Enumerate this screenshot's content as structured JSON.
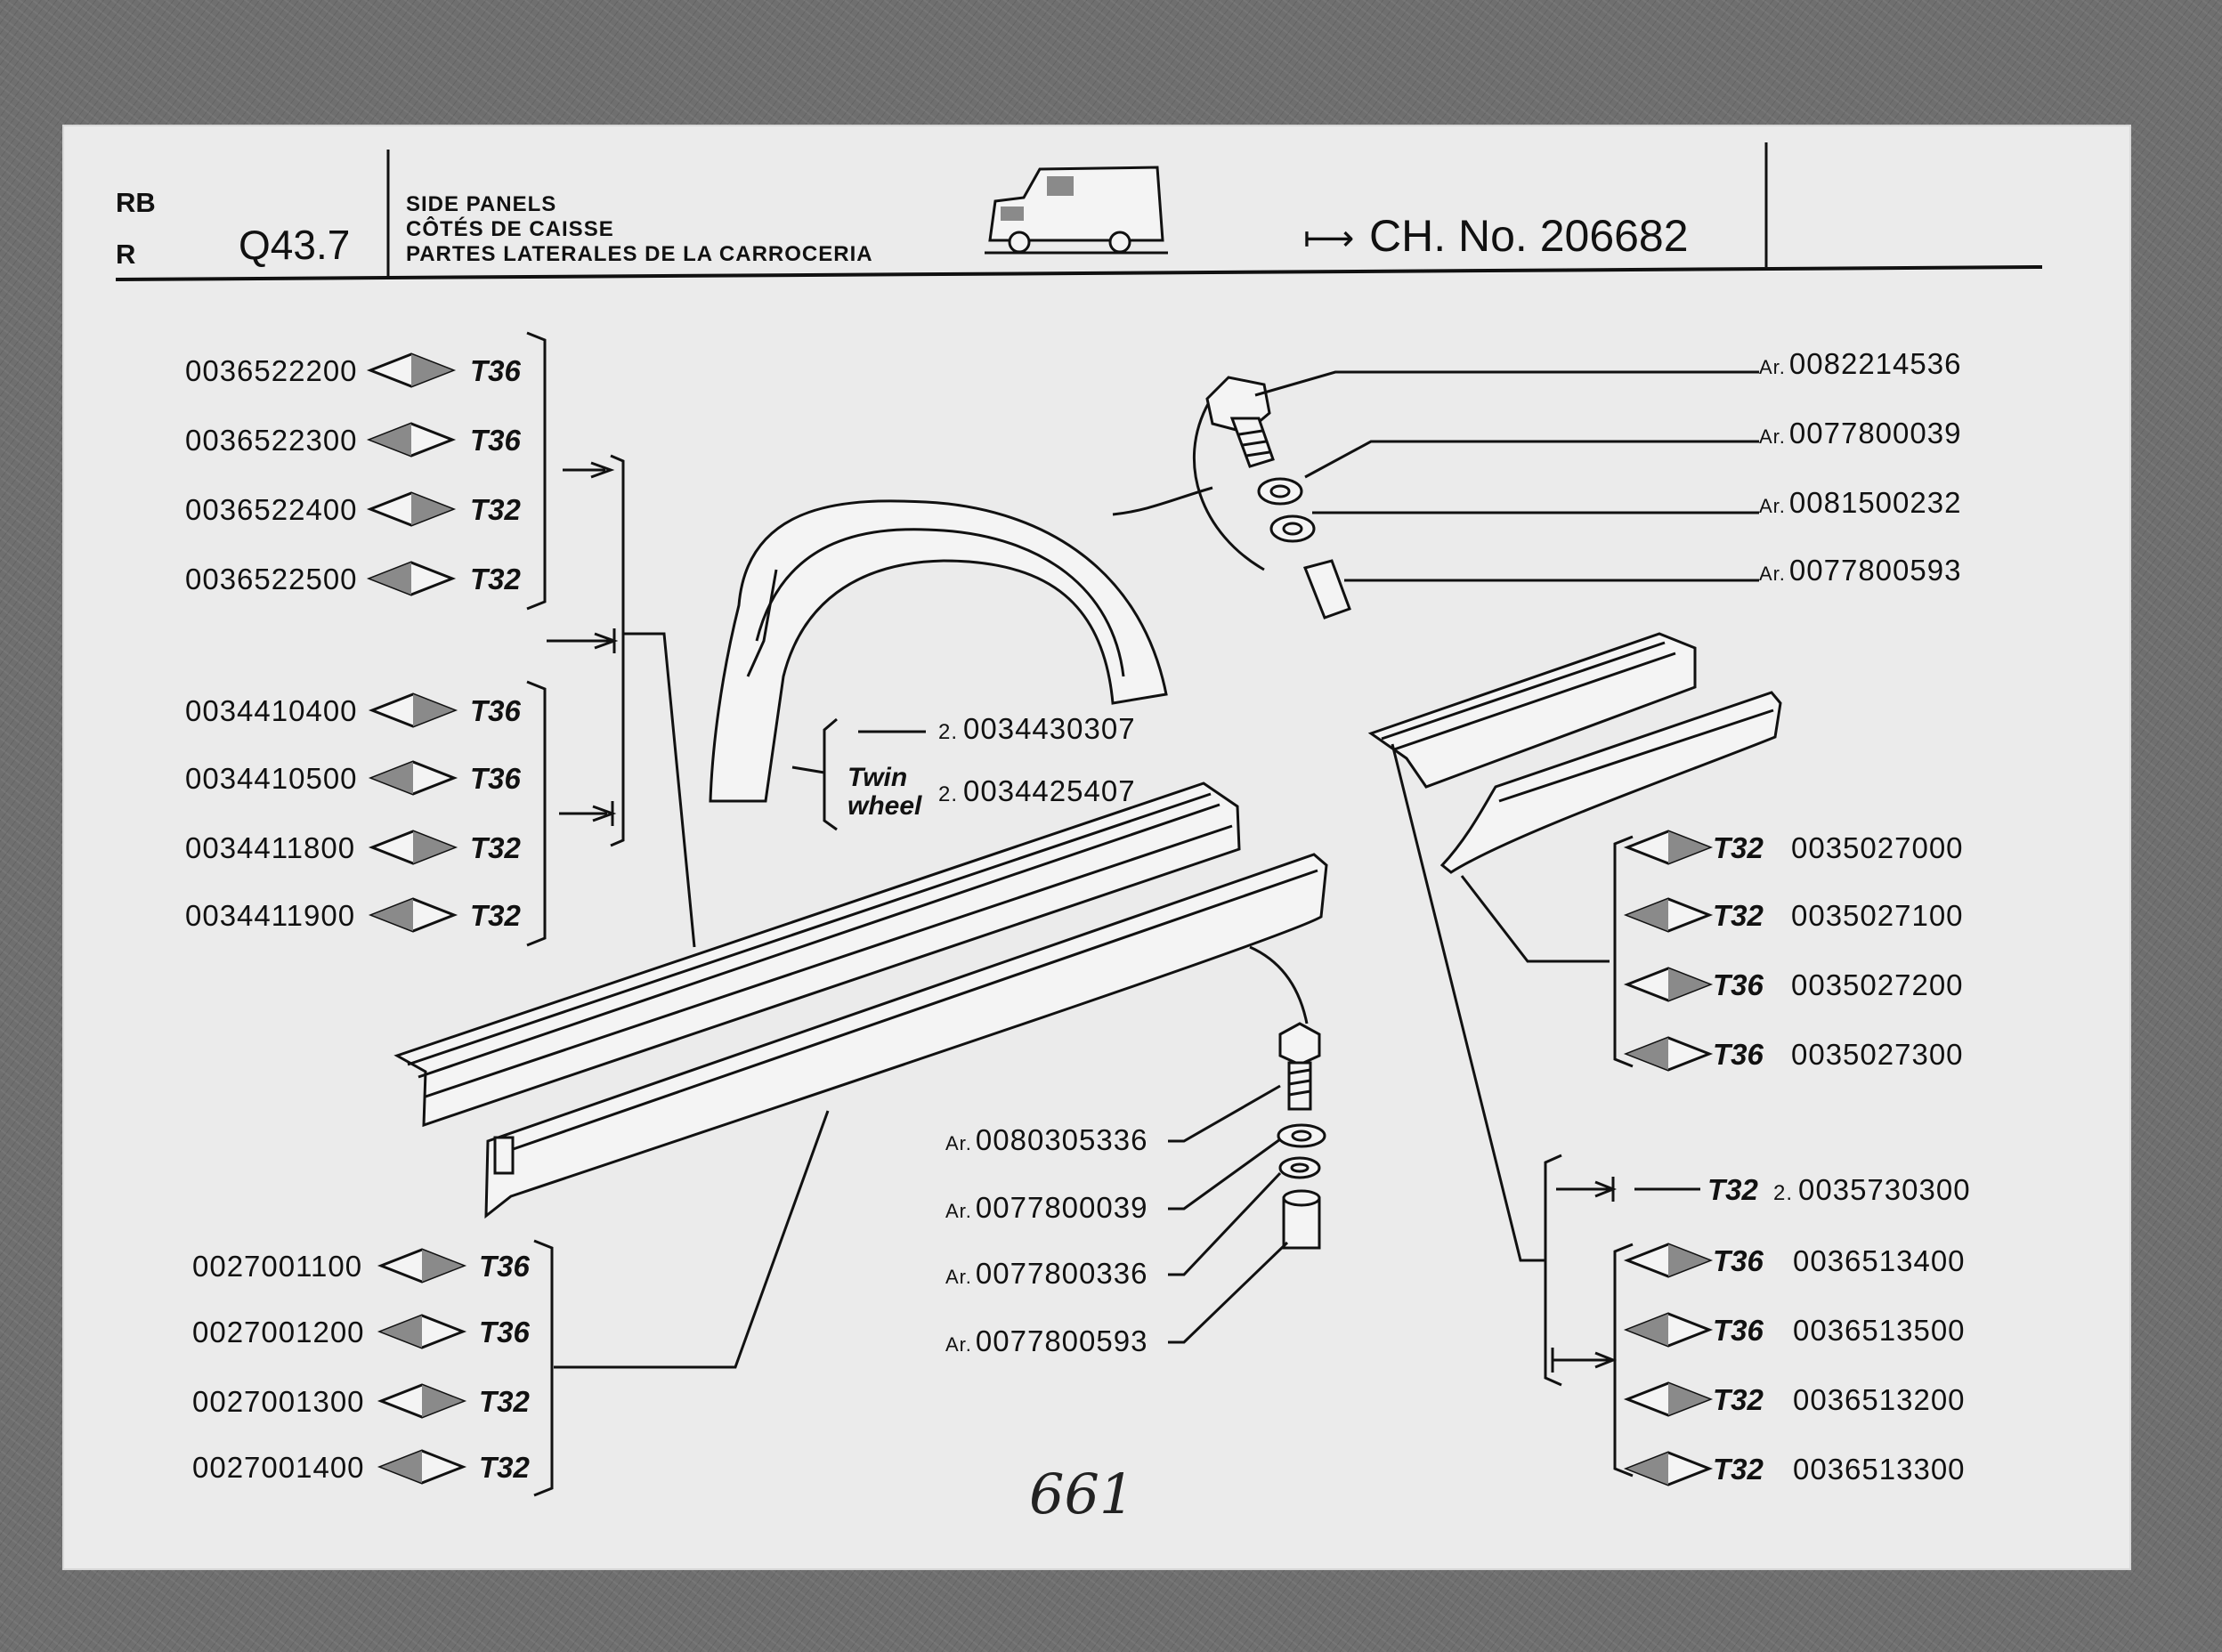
{
  "header": {
    "code_rb": "RB",
    "code_r": "R",
    "section": "Q43.7",
    "title_en": "SIDE PANELS",
    "title_fr": "CÔTÉS DE CAISSE",
    "title_es": "PARTES LATERALES DE LA CARROCERIA",
    "chassis_arrow": "⟼",
    "chassis_label": "CH. No. 206682"
  },
  "left_upper": [
    {
      "part": "0036522200",
      "type": "T36"
    },
    {
      "part": "0036522300",
      "type": "T36"
    },
    {
      "part": "0036522400",
      "type": "T32"
    },
    {
      "part": "0036522500",
      "type": "T32"
    }
  ],
  "left_middle": [
    {
      "part": "0034410400",
      "type": "T36"
    },
    {
      "part": "0034410500",
      "type": "T36"
    },
    {
      "part": "0034411800",
      "type": "T32"
    },
    {
      "part": "0034411900",
      "type": "T32"
    }
  ],
  "left_lower": [
    {
      "part": "0027001100",
      "type": "T36"
    },
    {
      "part": "0027001200",
      "type": "T36"
    },
    {
      "part": "0027001300",
      "type": "T32"
    },
    {
      "part": "0027001400",
      "type": "T32"
    }
  ],
  "wheel_arch": {
    "qty1": "2.",
    "part1": "0034430307",
    "twin_wheel": "Twin wheel",
    "qty2": "2.",
    "part2": "0034425407"
  },
  "top_hardware": [
    {
      "prefix": "Ar.",
      "part": "0082214536"
    },
    {
      "prefix": "Ar.",
      "part": "0077800039"
    },
    {
      "prefix": "Ar.",
      "part": "0081500232"
    },
    {
      "prefix": "Ar.",
      "part": "0077800593"
    }
  ],
  "bottom_hardware": [
    {
      "prefix": "Ar.",
      "part": "0080305336"
    },
    {
      "prefix": "Ar.",
      "part": "0077800039"
    },
    {
      "prefix": "Ar.",
      "part": "0077800336"
    },
    {
      "prefix": "Ar.",
      "part": "0077800593"
    }
  ],
  "right_upper": [
    {
      "type": "T32",
      "part": "0035027000"
    },
    {
      "type": "T32",
      "part": "0035027100"
    },
    {
      "type": "T36",
      "part": "0035027200"
    },
    {
      "type": "T36",
      "part": "0035027300"
    }
  ],
  "right_single": {
    "type": "T32",
    "qty": "2.",
    "part": "0035730300"
  },
  "right_lower": [
    {
      "type": "T36",
      "part": "0036513400"
    },
    {
      "type": "T36",
      "part": "0036513500"
    },
    {
      "type": "T32",
      "part": "0036513200"
    },
    {
      "type": "T32",
      "part": "0036513300"
    }
  ],
  "page_number": "661"
}
